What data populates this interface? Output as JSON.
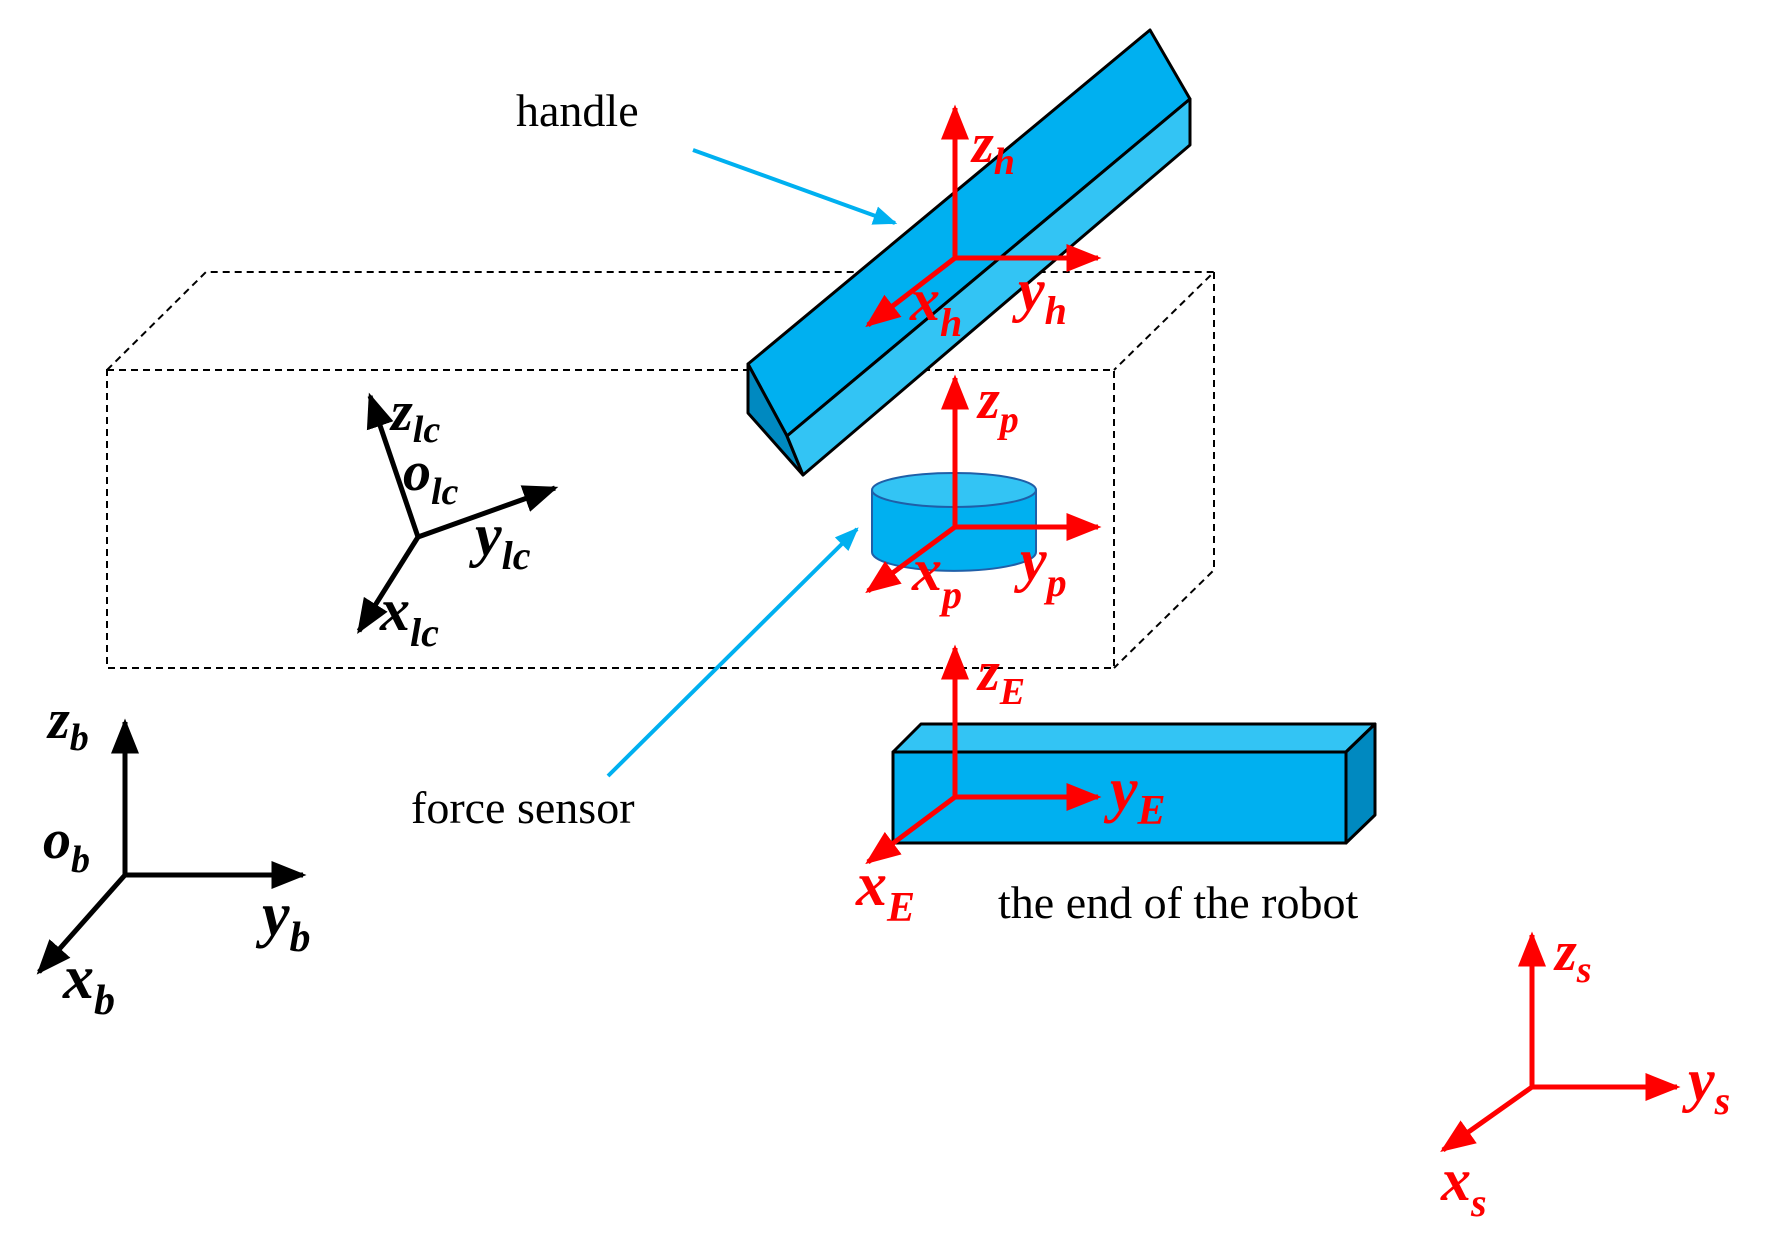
{
  "colors": {
    "frame_red": "#ff0000",
    "frame_black": "#000000",
    "block_fill": "#00b0f0",
    "block_top": "#33c4f4",
    "block_side": "#0089c0",
    "callout_arrow": "#00b0f0"
  },
  "captions": {
    "handle": "handle",
    "force_sensor": "force sensor",
    "robot_end": "the end of the robot"
  },
  "frames": {
    "handle": {
      "x": "x",
      "x_sub": "h",
      "y": "y",
      "y_sub": "h",
      "z": "z",
      "z_sub": "h"
    },
    "sensor": {
      "x": "x",
      "x_sub": "p",
      "y": "y",
      "y_sub": "p",
      "z": "z",
      "z_sub": "p"
    },
    "end": {
      "x": "x",
      "x_sub": "E",
      "y": "y",
      "y_sub": "E",
      "z": "z",
      "z_sub": "E"
    },
    "load": {
      "o": "o",
      "o_sub": "lc",
      "x": "x",
      "x_sub": "lc",
      "y": "y",
      "y_sub": "lc",
      "z": "z",
      "z_sub": "lc"
    },
    "base": {
      "o": "o",
      "o_sub": "b",
      "x": "x",
      "x_sub": "b",
      "y": "y",
      "y_sub": "b",
      "z": "z",
      "z_sub": "b"
    },
    "sensor_frame": {
      "x": "x",
      "x_sub": "s",
      "y": "y",
      "y_sub": "s",
      "z": "z",
      "z_sub": "s"
    }
  }
}
